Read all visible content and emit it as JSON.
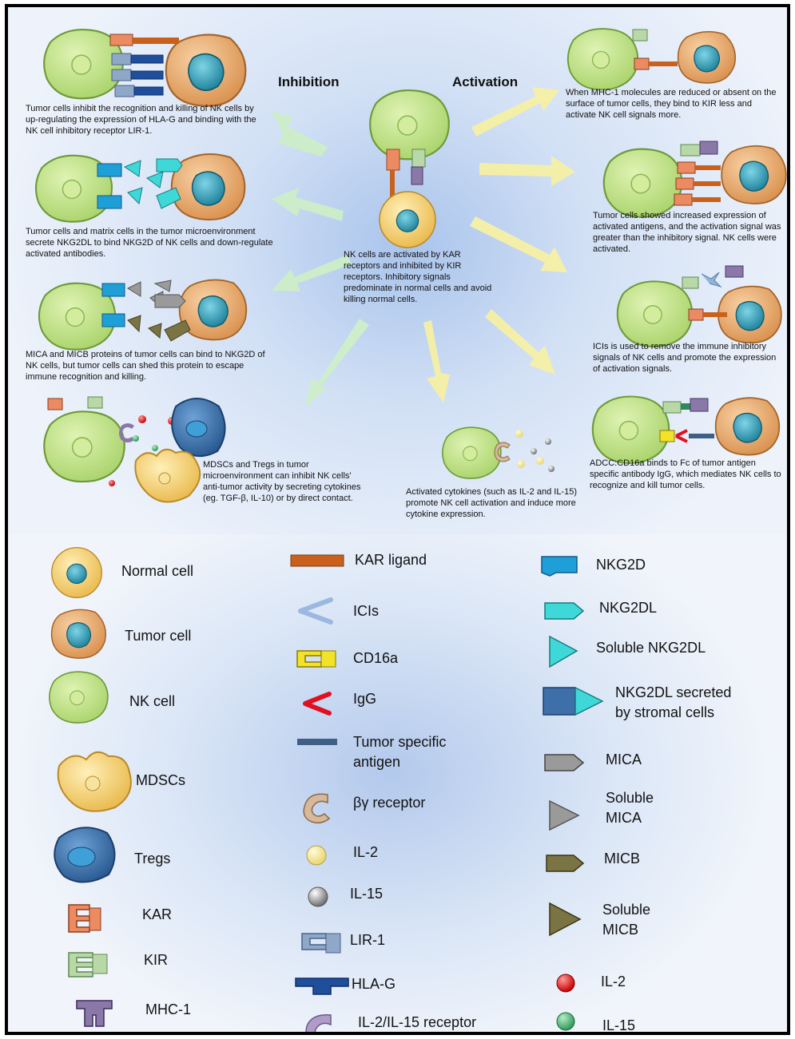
{
  "headings": {
    "inhibition": "Inhibition",
    "activation": "Activation"
  },
  "center_text": "NK cells are activated by KAR receptors and inhibited by KIR receptors. Inhibitory  signals predominate in normal cells and avoid killing normal cells.",
  "panels_left": [
    "Tumor cells inhibit the recognition and killing of NK cells by up-regulating the expression of HLA-G and binding with the NK cell inhibitory receptor LIR-1.",
    "Tumor cells and matrix cells in the tumor microenvironment secrete NKG2DL to bind NKG2D of NK cells and down-regulate activated antibodies.",
    "MICA and MICB proteins of tumor cells can bind to NKG2D of NK cells, but tumor cells can shed this protein to escape immune recognition and killing.",
    "MDSCs and Tregs in tumor microenvironment can inhibit NK cells' anti-tumor activity by secreting cytokines (eg. TGF-β, IL-10) or by direct contact."
  ],
  "panels_right": [
    "When MHC-1 molecules are reduced or absent on the surface of tumor cells, they bind to KIR less and activate NK cell signals more.",
    "Tumor cells showed increased expression of activated antigens, and the activation signal was greater than the inhibitory signal. NK cells were activated.",
    "ICIs is used to remove the immune inhibitory signals of NK cells and promote the expression of activation signals.",
    "ADCC:CD16a binds to Fc of tumor antigen specific antibody IgG, which mediates NK cells to recognize and kill tumor cells."
  ],
  "panel_bottom": "Activated cytokines (such as IL-2 and IL-15) promote NK cell activation and induce more cytokine expression.",
  "legend": {
    "col1": [
      "Normal cell",
      "Tumor cell",
      "NK cell",
      "MDSCs",
      "Tregs",
      "KAR",
      "KIR",
      "MHC-1"
    ],
    "col2": [
      "KAR ligand",
      "ICIs",
      "CD16a",
      "IgG",
      "Tumor specific antigen",
      "βγ receptor",
      "IL-2",
      "IL-15",
      "LIR-1",
      "HLA-G",
      "IL-2/IL-15 receptor"
    ],
    "col3": [
      "NKG2D",
      "NKG2DL",
      "Soluble NKG2DL",
      "NKG2DL secreted by stromal cells",
      "MICA",
      "Soluble MICA",
      "MICB",
      "Soluble MICB",
      "IL-2",
      "IL-15"
    ]
  },
  "colors": {
    "nk_cell": "#bfe08a",
    "tumor_cell": "#f0b77a",
    "normal_cell": "#f7cf6e",
    "nucleus": "#2f9fb8",
    "kar": "#ec8a62",
    "kir": "#b8d8a8",
    "mhc1": "#8a78a8",
    "kar_ligand": "#c9611d",
    "nkg2d": "#1f9fd8",
    "nkg2dl": "#3fd8d8",
    "mica": "#9a9a9a",
    "micb": "#7a7444",
    "arrow_inhibit": "#cfeecb",
    "arrow_activate": "#f6f2a0"
  }
}
